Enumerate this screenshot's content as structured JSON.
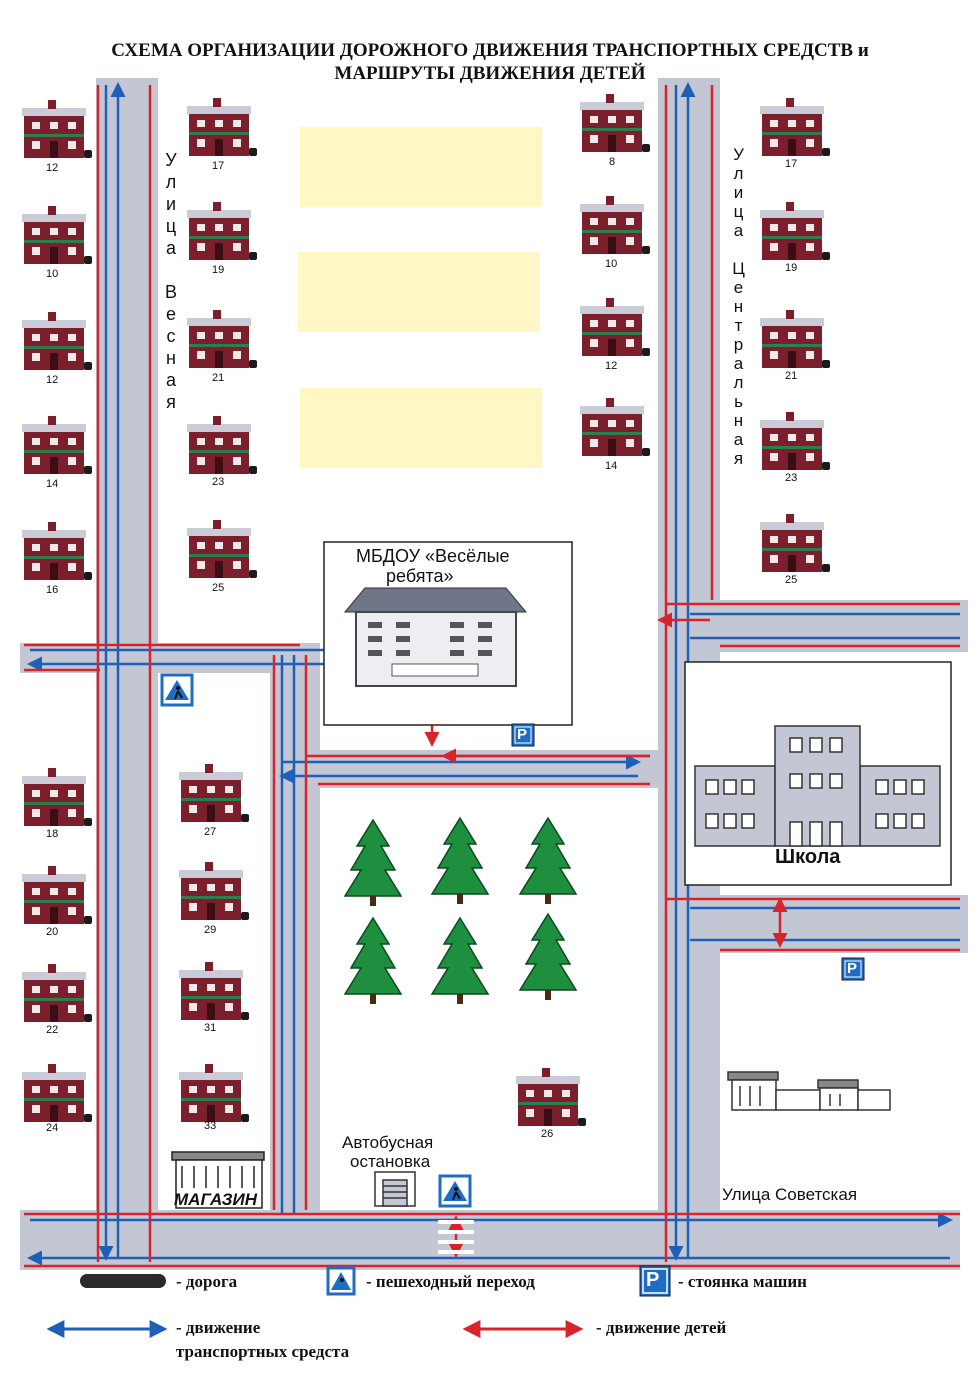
{
  "title": {
    "line1": "СХЕМА  ОРГАНИЗАЦИИ ДОРОЖНОГО ДВИЖЕНИЯ  ТРАНСПОРТНЫХ СРЕДСТВ и",
    "line2": "МАРШРУТЫ ДВИЖЕНИЯ ДЕТЕЙ"
  },
  "streets": {
    "vesnaya": "Улица Весная",
    "centralnaya": "Улица Центральная",
    "sovetskaya": "Улица Советская"
  },
  "buildings": {
    "kindergarten_line1": "МБДОУ «Весёлые",
    "kindergarten_line2": "ребята»",
    "school": "Школа",
    "shop": "МАГАЗИН",
    "bus_stop_line1": "Автобусная",
    "bus_stop_line2": "остановка",
    "parking_letter": "P"
  },
  "house_numbers": {
    "left_outer": [
      "12",
      "10",
      "12",
      "14",
      "16",
      "18",
      "20",
      "22",
      "24"
    ],
    "left_inner": [
      "17",
      "19",
      "21",
      "23",
      "25",
      "27",
      "29",
      "31",
      "33"
    ],
    "right_inner": [
      "8",
      "10",
      "12",
      "14"
    ],
    "right_outer": [
      "17",
      "19",
      "21",
      "23",
      "25"
    ],
    "center": [
      "26"
    ]
  },
  "legend": {
    "road": "- дорога",
    "crossing": "- пешеходный переход",
    "parking": "- стоянка машин",
    "vehicles_line1": "- движение",
    "vehicles_line2": "транспортных средста",
    "children": "- движение детей"
  },
  "colors": {
    "road": "#c3c7d3",
    "vehicle_route": "#1f5fb8",
    "children_route": "#d8232a",
    "house": "#7a1f2b",
    "tree": "#1e8f3e",
    "field": "#fff8c4",
    "sign": "#1f6cc4"
  }
}
